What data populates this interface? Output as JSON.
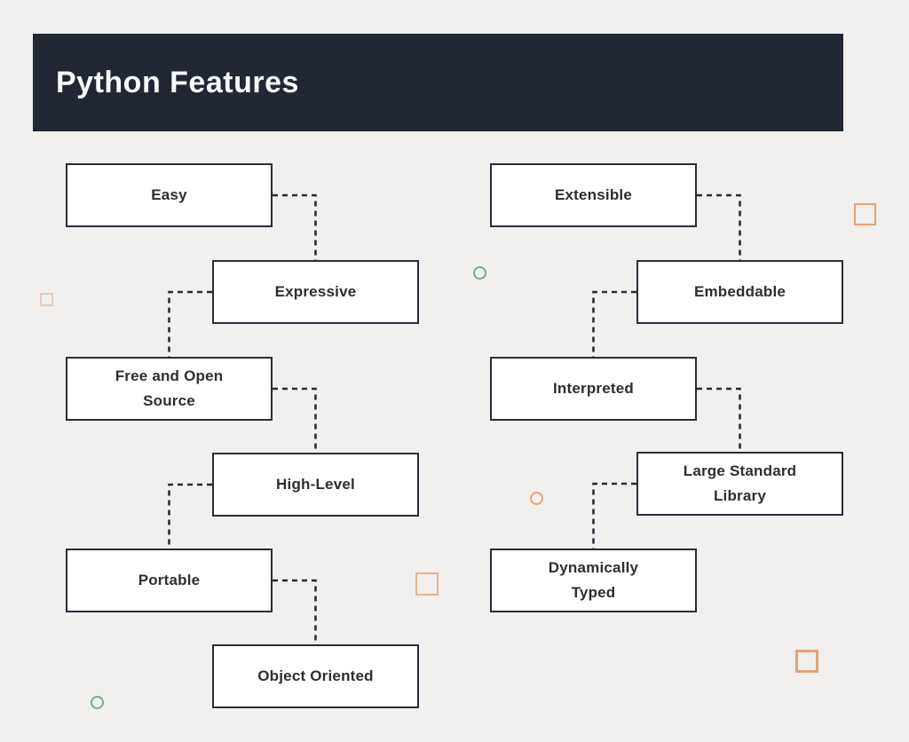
{
  "header": {
    "title": "Python Features"
  },
  "diagram": {
    "left_chain": [
      "Easy",
      "Expressive",
      "Free and Open Source",
      "High-Level",
      "Portable",
      "Object Oriented"
    ],
    "right_chain": [
      "Extensible",
      "Embeddable",
      "Interpreted",
      "Large Standard Library",
      "Dynamically Typed"
    ],
    "edges": [
      {
        "from": "Easy",
        "to": "Expressive"
      },
      {
        "from": "Expressive",
        "to": "Free and Open Source"
      },
      {
        "from": "Free and Open Source",
        "to": "High-Level"
      },
      {
        "from": "High-Level",
        "to": "Portable"
      },
      {
        "from": "Portable",
        "to": "Object Oriented"
      },
      {
        "from": "Extensible",
        "to": "Embeddable"
      },
      {
        "from": "Embeddable",
        "to": "Interpreted"
      },
      {
        "from": "Interpreted",
        "to": "Large Standard Library"
      },
      {
        "from": "Large Standard Library",
        "to": "Dynamically Typed"
      }
    ],
    "edge_style": "dashed-elbow"
  },
  "colors": {
    "background": "#f1f0ee",
    "header_bg": "#212733",
    "header_text": "#fafafa",
    "node_fill": "#ffffff",
    "node_border": "#262c39",
    "node_text": "#2e2e2e",
    "connector": "#262c39",
    "accent_orange": "#e6a17a",
    "accent_green": "#76ab92"
  }
}
